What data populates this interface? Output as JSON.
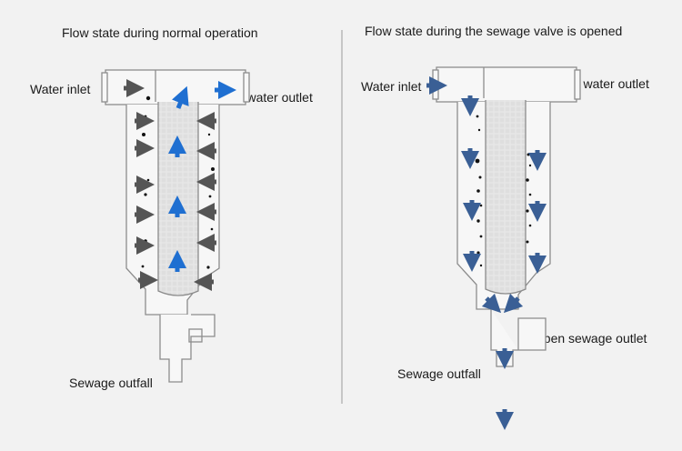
{
  "left_panel": {
    "title": "Flow state during normal operation",
    "inlet_label": "Water inlet",
    "outlet_label": "Clean water outlet",
    "outfall_label": "Sewage outfall"
  },
  "right_panel": {
    "title": "Flow state during the sewage valve is opened",
    "inlet_label": "Water inlet",
    "outlet_label": "Clean water outlet",
    "sewage_outlet_label": "open sewage outlet",
    "outfall_label": "Sewage outfall"
  },
  "colors": {
    "background": "#f2f2f2",
    "housing_stroke": "#8c8c8c",
    "filter_fill": "#dcdcdc",
    "clean_arrow": "#1f6fd1",
    "dirty_arrow": "#555555",
    "sewage_arrow": "#3a5f95"
  }
}
